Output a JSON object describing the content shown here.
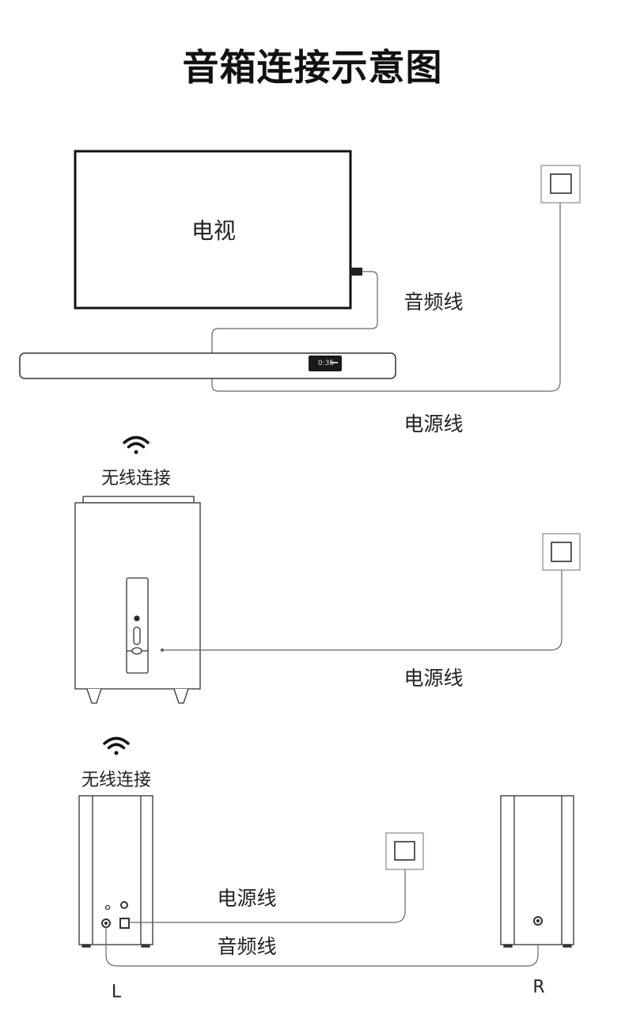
{
  "title": "音箱连接示意图",
  "section1": {
    "tv_label": "电视",
    "audio_cable_label": "音频线",
    "power_cable_label": "电源线",
    "soundbar_display": "0:35"
  },
  "section2": {
    "wireless_label": "无线连接",
    "power_cable_label": "电源线"
  },
  "section3": {
    "wireless_label": "无线连接",
    "power_cable_label": "电源线",
    "audio_cable_label": "音频线",
    "left_label": "L",
    "right_label": "R"
  },
  "colors": {
    "line": "#555555",
    "stroke": "#222222"
  }
}
